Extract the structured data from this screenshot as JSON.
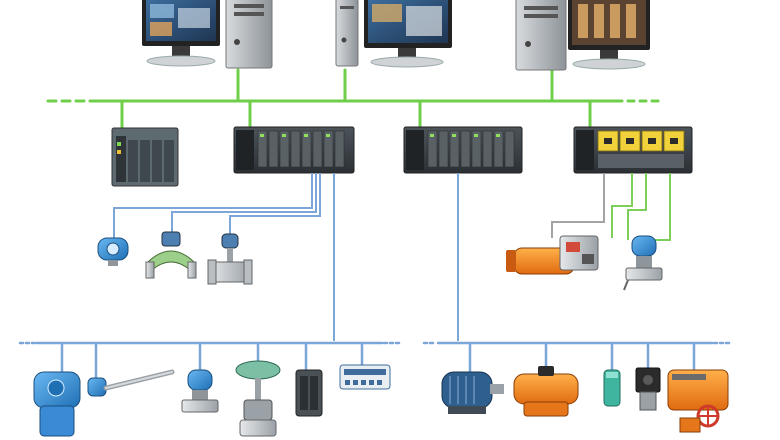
{
  "colors": {
    "background": "#ffffff",
    "ethernet_bus": "#6fcf4a",
    "fieldbus_blue": "#7da6d8",
    "field_green": "#7ccf5a",
    "field_gray": "#9a9a9a",
    "module_dark": "#3b4146",
    "module_yellow": "#f2d23a",
    "actuator_orange": "#f08a28",
    "instrument_blue": "#2f8ed8"
  },
  "diagram": {
    "workstations": [
      {
        "id": "ws-left",
        "icon": "computer-workstation-icon"
      },
      {
        "id": "ws-center",
        "icon": "computer-workstation-icon"
      },
      {
        "id": "ws-right",
        "icon": "computer-workstation-icon"
      }
    ],
    "controllers": [
      {
        "id": "io-rack",
        "icon": "io-rack-icon"
      },
      {
        "id": "io-module-1",
        "icon": "io-module-icon"
      },
      {
        "id": "io-module-2",
        "icon": "io-module-icon"
      },
      {
        "id": "io-module-yellow",
        "icon": "io-module-yellow-icon"
      }
    ],
    "field_devices_upper": [
      {
        "id": "transmitter",
        "icon": "pressure-transmitter-icon"
      },
      {
        "id": "coriolis",
        "icon": "coriolis-flowmeter-icon"
      },
      {
        "id": "vortex",
        "icon": "vortex-flowmeter-icon"
      },
      {
        "id": "pneumatic",
        "icon": "pneumatic-actuator-icon"
      },
      {
        "id": "dp-transmitter",
        "icon": "dp-transmitter-icon"
      }
    ],
    "field_devices_lower_left": [
      {
        "id": "radar",
        "icon": "radar-level-icon"
      },
      {
        "id": "temp-probe",
        "icon": "temperature-probe-icon"
      },
      {
        "id": "pressure-tx",
        "icon": "pressure-transmitter-icon"
      },
      {
        "id": "control-valve",
        "icon": "control-valve-icon"
      },
      {
        "id": "remote-io",
        "icon": "remote-io-icon"
      },
      {
        "id": "terminal",
        "icon": "terminal-block-icon"
      }
    ],
    "field_devices_lower_right": [
      {
        "id": "motor",
        "icon": "electric-motor-icon"
      },
      {
        "id": "rotary-actuator",
        "icon": "rotary-actuator-icon"
      },
      {
        "id": "prox-sensor",
        "icon": "proximity-sensor-icon"
      },
      {
        "id": "valve-positioner",
        "icon": "valve-positioner-icon"
      },
      {
        "id": "electric-actuator",
        "icon": "electric-actuator-icon"
      }
    ]
  }
}
